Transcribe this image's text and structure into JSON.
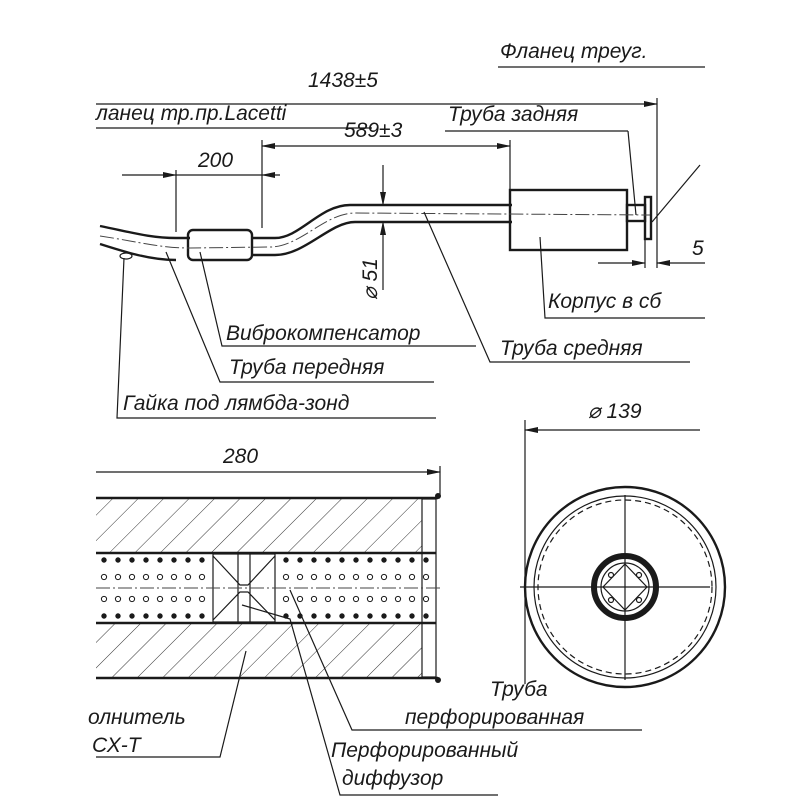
{
  "top_view": {
    "flange_triangle": "Фланец треуг.",
    "total_length": "1438±5",
    "flange_lacetti": "ланец тр.пр.Lacetti",
    "rear_pipe": "Труба задняя",
    "mid_length": "589±3",
    "vibro_offset": "200",
    "pipe_diameter": "⌀ 51",
    "body_assembly": "Корпус в сб",
    "flange_offset": "5",
    "vibro_compensator": "Виброкомпенсатор",
    "middle_pipe": "Труба средняя",
    "front_pipe": "Труба передняя",
    "lambda_nut": "Гайка под лямбда-зонд"
  },
  "section_view": {
    "body_length": "280",
    "body_diameter": "⌀ 139",
    "perforated_pipe_line1": "Труба",
    "perforated_pipe_line2": "перфорированная",
    "diffuser_line1": "Перфорированный",
    "diffuser_line2": "диффузор",
    "filler_line1": "олнитель",
    "filler_line2": "СХ-Т"
  }
}
